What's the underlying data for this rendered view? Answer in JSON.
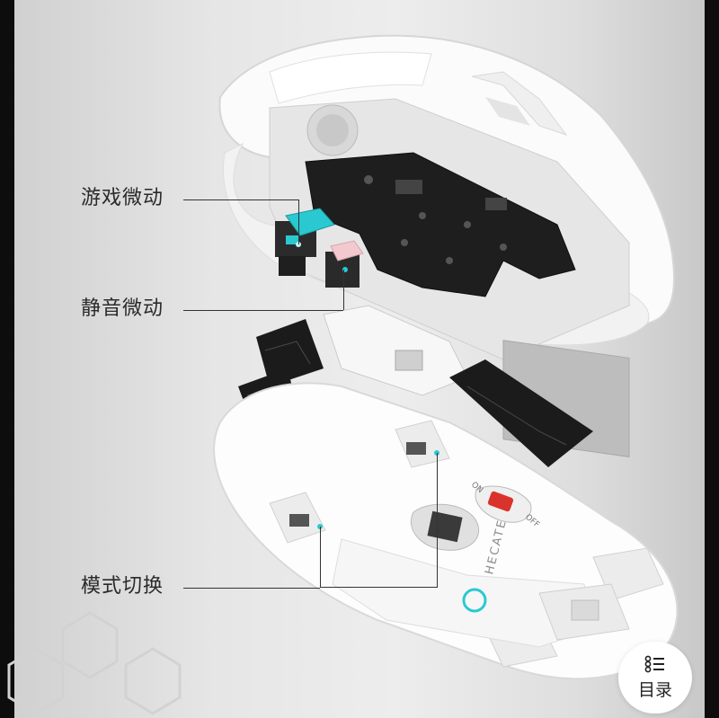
{
  "callouts": {
    "gaming_switch": "游戏微动",
    "silent_switch": "静音微动",
    "mode_switch": "模式切换"
  },
  "toc_button": {
    "label": "目录",
    "icon": "list-icon"
  },
  "mouse_markings": {
    "brand": "HECATE",
    "switch_on": "ON",
    "switch_off": "OFF"
  },
  "colors": {
    "accent_teal": "#2ac9d1",
    "switch_red": "#d9332b"
  }
}
